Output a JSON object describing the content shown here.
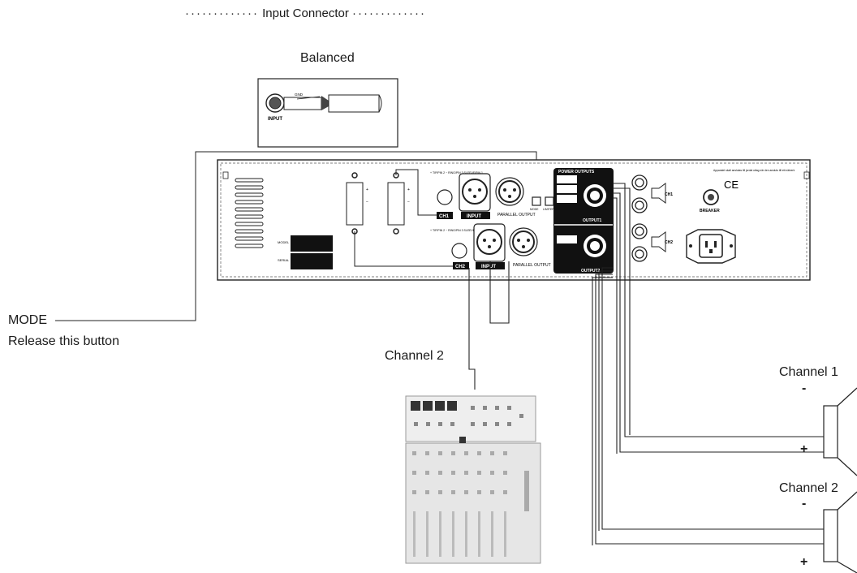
{
  "header": {
    "title": "Input Connector"
  },
  "balanced": {
    "label": "Balanced",
    "input_label": "INPUT",
    "gnd_label": "GND"
  },
  "mode": {
    "label": "MODE",
    "note": "Release this button"
  },
  "mixer": {
    "label": "Channel 2"
  },
  "speakers": [
    {
      "label": "Channel 1",
      "minus": "-",
      "plus": "+"
    },
    {
      "label": "Channel 2",
      "minus": "-",
      "plus": "+"
    }
  ],
  "amp": {
    "ch1": "CH1",
    "ch2": "CH2",
    "input": "INPUT",
    "parallel_output": "PARALLEL OUTPUT",
    "power_outputs": "POWER OUTPUTS",
    "output1": "OUTPUT1",
    "output2": "OUTPUT2",
    "breaker": "BREAKER",
    "ce": "CE",
    "mode_small": "MODE",
    "limiter_small": "LIMITER",
    "model": "MODEL",
    "serial": "SERIAL",
    "tip_ring": "+ TIP/PIN 2  − RING/PIN 3  SLEEVE/PIN 1",
    "warning": "Apparatet skall anslutas till jordat uttag när den ansluts till ett nätverk"
  }
}
